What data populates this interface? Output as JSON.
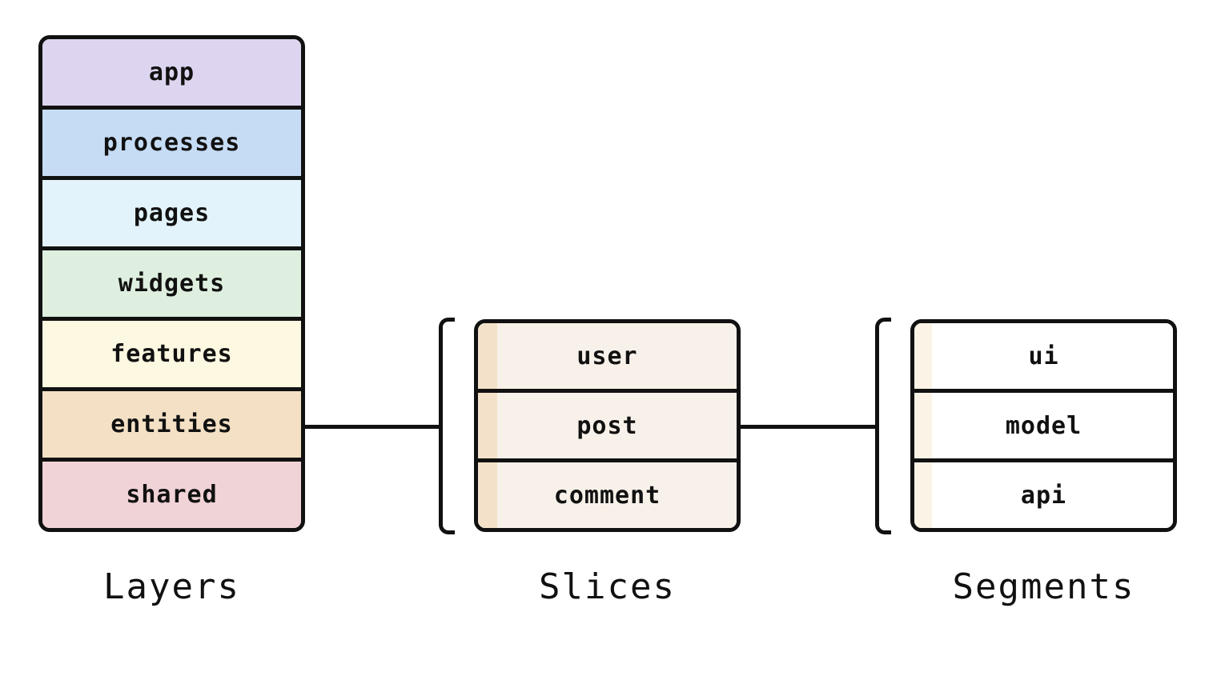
{
  "layers": {
    "label": "Layers",
    "items": [
      {
        "name": "app",
        "color": "#ddd5f0"
      },
      {
        "name": "processes",
        "color": "#c6dcf5"
      },
      {
        "name": "pages",
        "color": "#e2f3fb"
      },
      {
        "name": "widgets",
        "color": "#deefdf"
      },
      {
        "name": "features",
        "color": "#fcf8e1"
      },
      {
        "name": "entities",
        "color": "#f3e0c5"
      },
      {
        "name": "shared",
        "color": "#f0d3d6"
      }
    ]
  },
  "slices": {
    "label": "Slices",
    "items": [
      {
        "name": "user"
      },
      {
        "name": "post"
      },
      {
        "name": "comment"
      }
    ]
  },
  "segments": {
    "label": "Segments",
    "items": [
      {
        "name": "ui"
      },
      {
        "name": "model"
      },
      {
        "name": "api"
      }
    ]
  },
  "colors": {
    "stroke": "#111111",
    "slice_fill": "#f8f1e9",
    "slice_accent": "#f3e2c9",
    "segment_fill": "#ffffff"
  }
}
